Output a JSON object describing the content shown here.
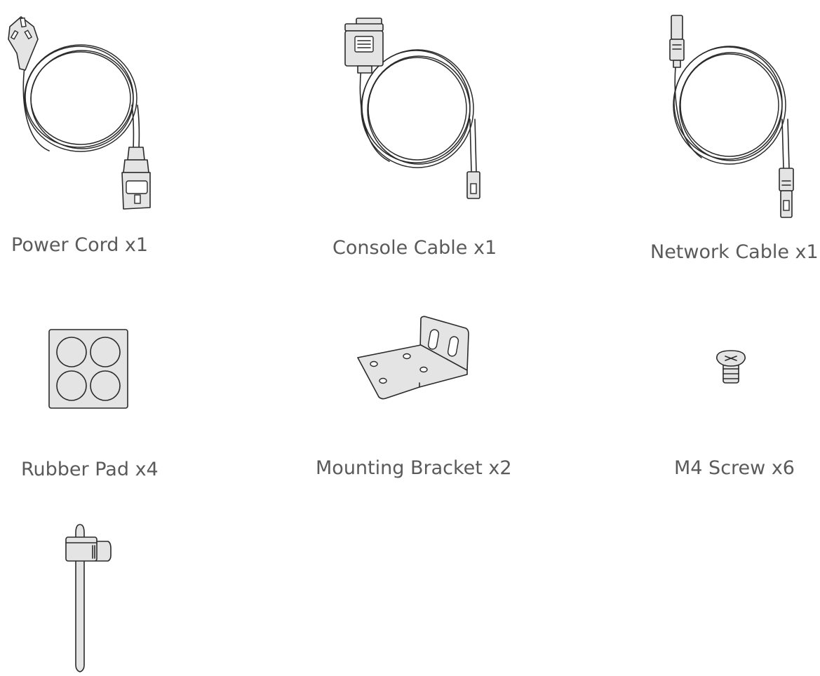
{
  "items": {
    "power_cord": {
      "label": "Power Cord x1",
      "icon": "power-cord-icon"
    },
    "console_cable": {
      "label": "Console Cable x1",
      "icon": "console-cable-icon"
    },
    "network_cable": {
      "label": "Network Cable x1",
      "icon": "network-cable-icon"
    },
    "rubber_pad": {
      "label": "Rubber Pad x4",
      "icon": "rubber-pad-icon"
    },
    "mounting_bracket": {
      "label": "Mounting Bracket x2",
      "icon": "mounting-bracket-icon"
    },
    "m4_screw": {
      "label": "M4 Screw x6",
      "icon": "m4-screw-icon"
    },
    "cable_tie": {
      "icon": "cable-tie-icon"
    }
  },
  "colors": {
    "line": "#2a2a2a",
    "fill": "#e4e4e4",
    "text": "#5a5a5a"
  }
}
